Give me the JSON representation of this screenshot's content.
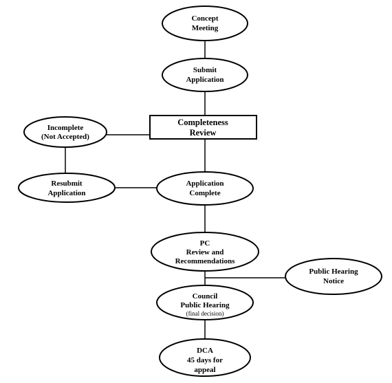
{
  "nodes": {
    "concept_meeting": {
      "line1": "Concept",
      "line2": "Meeting"
    },
    "submit_application": {
      "line1": "Submit",
      "line2": "Application"
    },
    "completeness_review": {
      "line1": "Completeness",
      "line2": "Review"
    },
    "incomplete": {
      "line1": "Incomplete",
      "line2": "(Not Accepted)"
    },
    "resubmit_application": {
      "line1": "Resubmit",
      "line2": "Application"
    },
    "application_complete": {
      "line1": "Application",
      "line2": "Complete"
    },
    "pc_review": {
      "line1": "PC",
      "line2": "Review and",
      "line3": "Recommendations"
    },
    "public_hearing_notice": {
      "line1": "Public Hearing",
      "line2": "Notice"
    },
    "council_public_hearing": {
      "line1": "Council",
      "line2": "Public Hearing",
      "line3": "(final decision)"
    },
    "dca": {
      "line1": "DCA",
      "line2": "45 days for",
      "line3": "appeal"
    }
  },
  "colors": {
    "stroke": "#000000",
    "fill": "#ffffff",
    "text": "#000000"
  }
}
